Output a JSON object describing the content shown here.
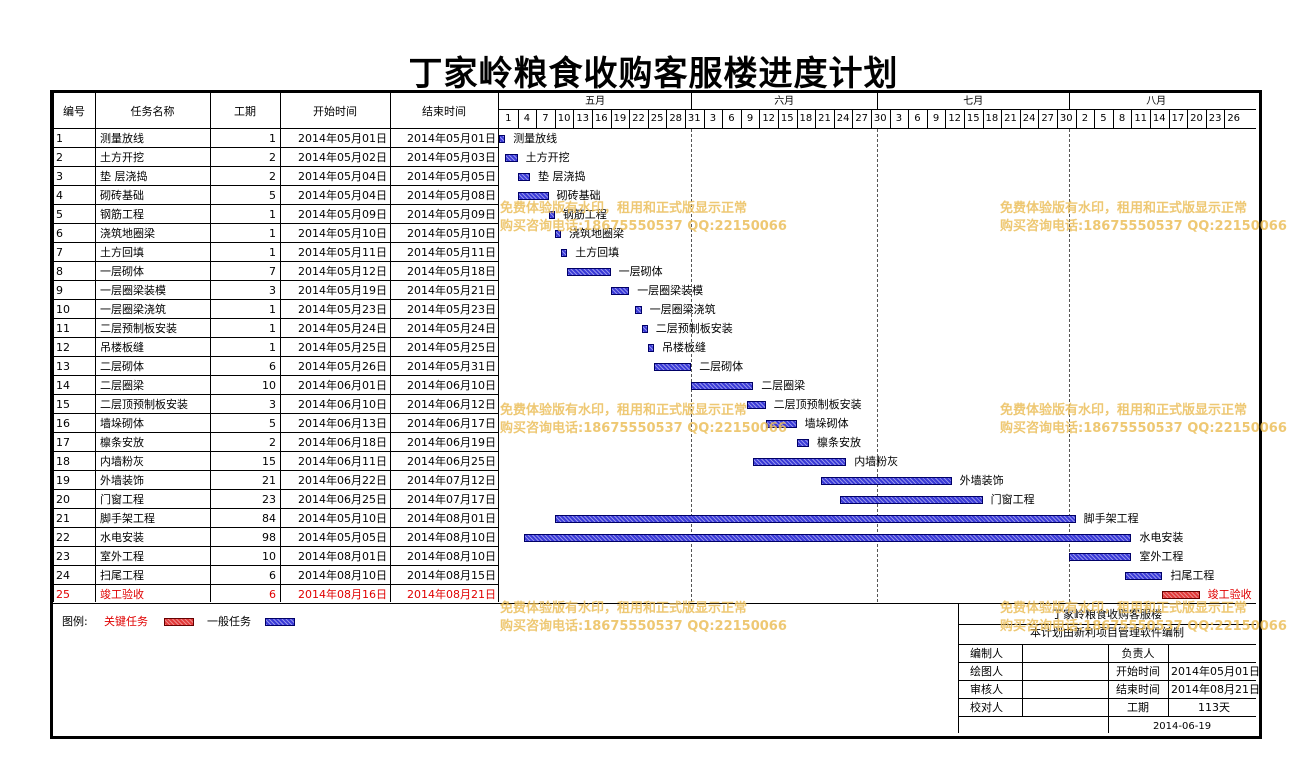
{
  "title": "丁家岭粮食收购客服楼进度计划",
  "columns": {
    "id": "编号",
    "name": "任务名称",
    "duration": "工期",
    "start": "开始时间",
    "end": "结束时间"
  },
  "months": [
    "五月",
    "六月",
    "七月",
    "八月"
  ],
  "days": [
    "1",
    "4",
    "7",
    "10",
    "13",
    "16",
    "19",
    "22",
    "25",
    "28",
    "31",
    "3",
    "6",
    "9",
    "12",
    "15",
    "18",
    "21",
    "24",
    "27",
    "30",
    "3",
    "6",
    "9",
    "12",
    "15",
    "18",
    "21",
    "24",
    "27",
    "30",
    "2",
    "5",
    "8",
    "11",
    "14",
    "17",
    "20",
    "23",
    "26"
  ],
  "tasks": [
    {
      "id": "1",
      "name": "测量放线",
      "duration": "1",
      "start": "2014年05月01日",
      "end": "2014年05月01日",
      "critical": false
    },
    {
      "id": "2",
      "name": "土方开挖",
      "duration": "2",
      "start": "2014年05月02日",
      "end": "2014年05月03日",
      "critical": false
    },
    {
      "id": "3",
      "name": "垫  层浇捣",
      "duration": "2",
      "start": "2014年05月04日",
      "end": "2014年05月05日",
      "critical": false
    },
    {
      "id": "4",
      "name": "砌砖基础",
      "duration": "5",
      "start": "2014年05月04日",
      "end": "2014年05月08日",
      "critical": false
    },
    {
      "id": "5",
      "name": "钢筋工程",
      "duration": "1",
      "start": "2014年05月09日",
      "end": "2014年05月09日",
      "critical": false
    },
    {
      "id": "6",
      "name": "浇筑地圈梁",
      "duration": "1",
      "start": "2014年05月10日",
      "end": "2014年05月10日",
      "critical": false
    },
    {
      "id": "7",
      "name": "土方回填",
      "duration": "1",
      "start": "2014年05月11日",
      "end": "2014年05月11日",
      "critical": false
    },
    {
      "id": "8",
      "name": "一层砌体",
      "duration": "7",
      "start": "2014年05月12日",
      "end": "2014年05月18日",
      "critical": false
    },
    {
      "id": "9",
      "name": "一层圈梁装模",
      "duration": "3",
      "start": "2014年05月19日",
      "end": "2014年05月21日",
      "critical": false
    },
    {
      "id": "10",
      "name": "一层圈梁浇筑",
      "duration": "1",
      "start": "2014年05月23日",
      "end": "2014年05月23日",
      "critical": false
    },
    {
      "id": "11",
      "name": "二层预制板安装",
      "duration": "1",
      "start": "2014年05月24日",
      "end": "2014年05月24日",
      "critical": false
    },
    {
      "id": "12",
      "name": "吊楼板缝",
      "duration": "1",
      "start": "2014年05月25日",
      "end": "2014年05月25日",
      "critical": false
    },
    {
      "id": "13",
      "name": "二层砌体",
      "duration": "6",
      "start": "2014年05月26日",
      "end": "2014年05月31日",
      "critical": false
    },
    {
      "id": "14",
      "name": "二层圈梁",
      "duration": "10",
      "start": "2014年06月01日",
      "end": "2014年06月10日",
      "critical": false
    },
    {
      "id": "15",
      "name": "二层顶预制板安装",
      "duration": "3",
      "start": "2014年06月10日",
      "end": "2014年06月12日",
      "critical": false
    },
    {
      "id": "16",
      "name": "墙垛砌体",
      "duration": "5",
      "start": "2014年06月13日",
      "end": "2014年06月17日",
      "critical": false
    },
    {
      "id": "17",
      "name": "檩条安放",
      "duration": "2",
      "start": "2014年06月18日",
      "end": "2014年06月19日",
      "critical": false
    },
    {
      "id": "18",
      "name": "内墙粉灰",
      "duration": "15",
      "start": "2014年06月11日",
      "end": "2014年06月25日",
      "critical": false
    },
    {
      "id": "19",
      "name": "外墙装饰",
      "duration": "21",
      "start": "2014年06月22日",
      "end": "2014年07月12日",
      "critical": false
    },
    {
      "id": "20",
      "name": "门窗工程",
      "duration": "23",
      "start": "2014年06月25日",
      "end": "2014年07月17日",
      "critical": false
    },
    {
      "id": "21",
      "name": "脚手架工程",
      "duration": "84",
      "start": "2014年05月10日",
      "end": "2014年08月01日",
      "critical": false
    },
    {
      "id": "22",
      "name": "水电安装",
      "duration": "98",
      "start": "2014年05月05日",
      "end": "2014年08月10日",
      "critical": false
    },
    {
      "id": "23",
      "name": "室外工程",
      "duration": "10",
      "start": "2014年08月01日",
      "end": "2014年08月10日",
      "critical": false
    },
    {
      "id": "24",
      "name": "扫尾工程",
      "duration": "6",
      "start": "2014年08月10日",
      "end": "2014年08月15日",
      "critical": false
    },
    {
      "id": "25",
      "name": "竣工验收",
      "duration": "6",
      "start": "2014年08月16日",
      "end": "2014年08月21日",
      "critical": true
    }
  ],
  "legend": {
    "label": "图例:",
    "critical": "关键任务",
    "normal": "一般任务"
  },
  "watermark": {
    "line1": "免费体验版有水印，租用和正式版显示正常",
    "line2": "购买咨询电话:18675550537 QQ:22150066"
  },
  "titleblock": {
    "project": "丁家岭粮食收购客服楼",
    "software": "本计划由新利项目管理软件编制",
    "rows": [
      {
        "l": "编制人",
        "v": "",
        "r": "负责人",
        "rv": ""
      },
      {
        "l": "绘图人",
        "v": "",
        "r": "开始时间",
        "rv": "2014年05月01日"
      },
      {
        "l": "审核人",
        "v": "",
        "r": "结束时间",
        "rv": "2014年08月21日"
      },
      {
        "l": "校对人",
        "v": "",
        "r": "工期",
        "rv": "113天"
      }
    ],
    "date": "2014-06-19"
  },
  "colors": {
    "normal": "#3a3ad8",
    "critical": "#e23a3a",
    "watermark": "#ebbe5a"
  }
}
